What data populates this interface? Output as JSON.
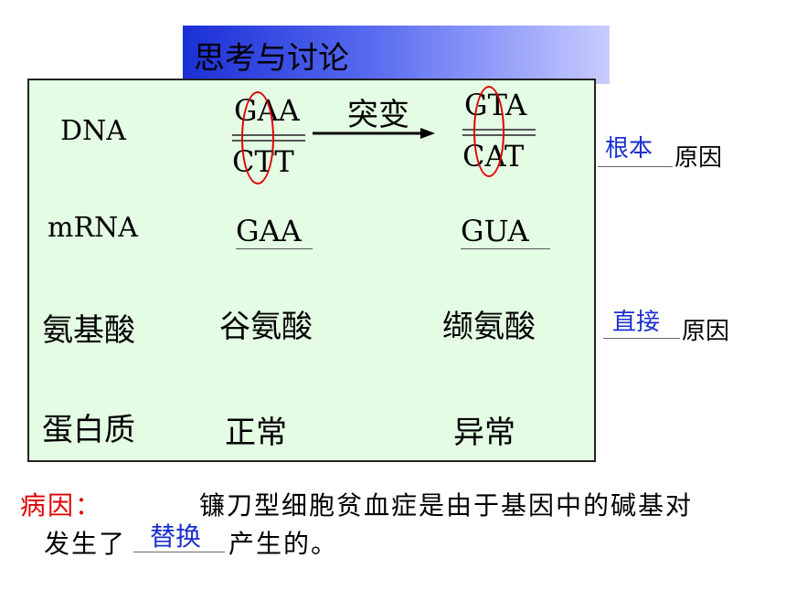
{
  "title": "思考与讨论",
  "rows": {
    "dna_label": "DNA",
    "mrna_label": "mRNA",
    "amino_label": "氨基酸",
    "protein_label": "蛋白质"
  },
  "mutation_label": "突变",
  "dna": {
    "normal_top": "GAA",
    "normal_bottom": "CTT",
    "mutant_top": "GTA",
    "mutant_bottom": "CAT"
  },
  "mrna": {
    "normal": "GAA",
    "mutant": "GUA"
  },
  "amino": {
    "normal": "谷氨酸",
    "mutant": "缬氨酸"
  },
  "protein": {
    "normal": "正常",
    "mutant": "异常"
  },
  "reasons": {
    "root_answer": "根本",
    "direct_answer": "直接",
    "suffix": "原因"
  },
  "bottom": {
    "label": "病因：",
    "sentence": "镰刀型细胞贫血症是由于基因中的碱基对",
    "prefix": "发生了",
    "answer": "替换",
    "suffix": "产生的。"
  },
  "colors": {
    "title_gradient_start": "#1a2fd6",
    "panel_background": "#e4fbe4",
    "answer_blue": "#1a2fd0",
    "label_red": "#e00000",
    "ellipse_red": "#e00000"
  }
}
